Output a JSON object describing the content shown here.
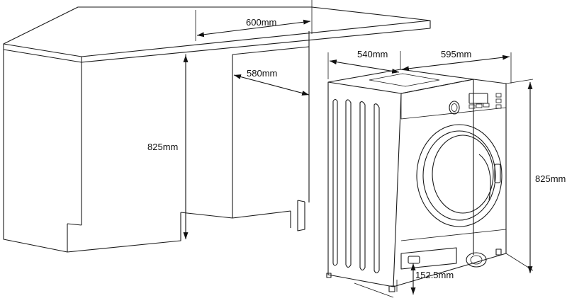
{
  "dimensions": {
    "niche_width": "600mm",
    "niche_depth": "580mm",
    "niche_height": "825mm",
    "machine_depth": "540mm",
    "machine_width": "595mm",
    "machine_height": "825mm",
    "feet_offset": "152.5mm"
  }
}
